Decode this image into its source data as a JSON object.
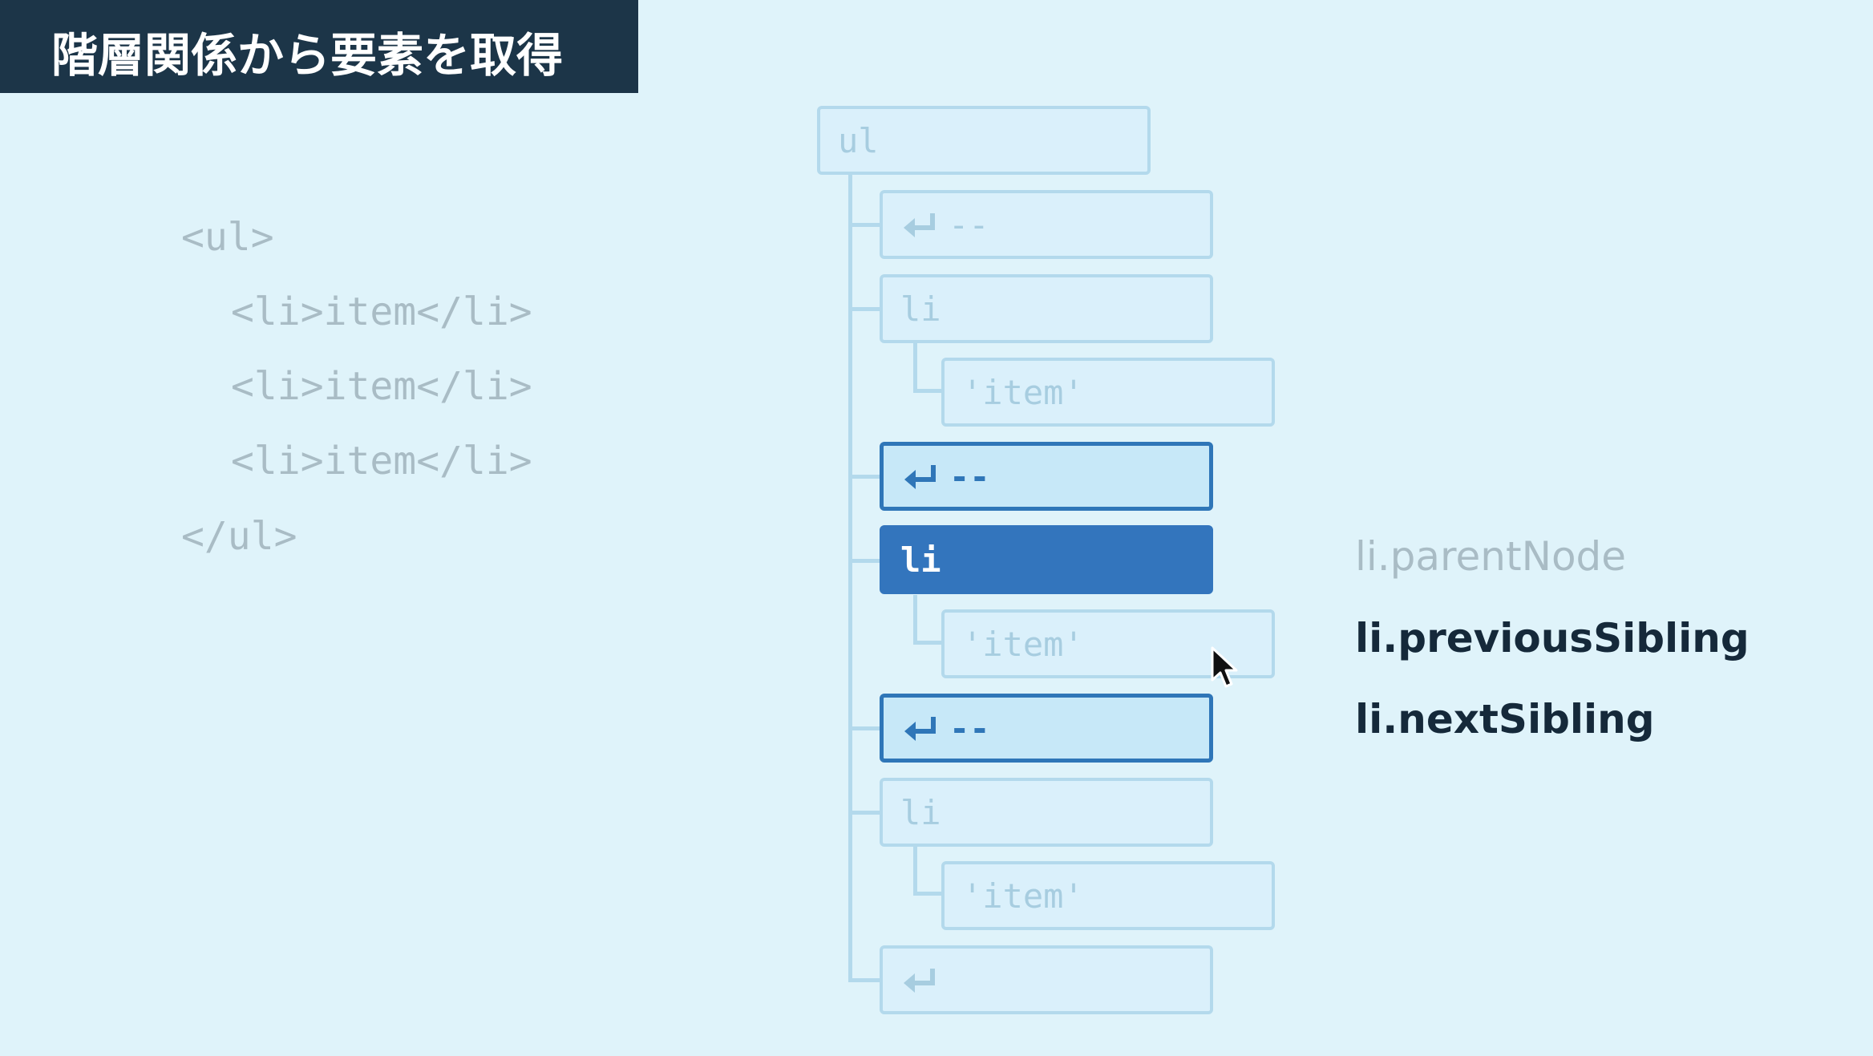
{
  "title": "階層関係から要素を取得",
  "code_lines": [
    "<ul>",
    "<li>item</li>",
    "<li>item</li>",
    "<li>item</li>",
    "</ul>"
  ],
  "tree": {
    "root": "ul",
    "nodes": [
      {
        "label": "--",
        "kind": "text-node",
        "state": "faded"
      },
      {
        "label": "li",
        "kind": "element",
        "state": "faded"
      },
      {
        "label": "'item'",
        "kind": "text",
        "state": "faded"
      },
      {
        "label": "--",
        "kind": "text-node",
        "state": "highlighted"
      },
      {
        "label": "li",
        "kind": "element",
        "state": "selected"
      },
      {
        "label": "'item'",
        "kind": "text",
        "state": "faded"
      },
      {
        "label": "--",
        "kind": "text-node",
        "state": "highlighted"
      },
      {
        "label": "li",
        "kind": "element",
        "state": "faded"
      },
      {
        "label": "'item'",
        "kind": "text",
        "state": "faded"
      },
      {
        "label": "",
        "kind": "text-node",
        "state": "faded"
      }
    ]
  },
  "properties": [
    {
      "label": "li.parentNode",
      "state": "faded"
    },
    {
      "label": "li.previousSibling",
      "state": "active"
    },
    {
      "label": "li.nextSibling",
      "state": "active"
    }
  ],
  "colors": {
    "background": "#dff3fa",
    "title_bar": "#1c3548",
    "node_border": "#b3d9ec",
    "highlight": "#2f76b8",
    "selected": "#3375bd",
    "faded_text": "#a9bcc5",
    "active_text": "#15293a"
  },
  "icons": {
    "newline": "return-arrow-icon",
    "cursor": "mouse-pointer-icon"
  }
}
